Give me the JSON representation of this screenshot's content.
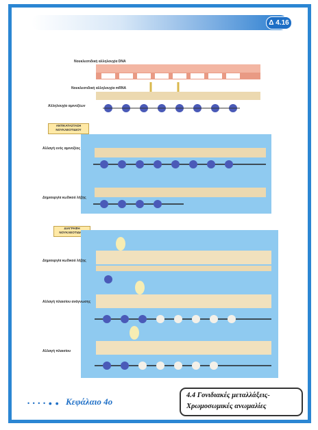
{
  "header": {
    "badge": "Δ 4.16"
  },
  "diagram": {
    "caption_top": "Νουκλεοτιδική αλληλουχία DNA",
    "caption_mrna": "Νουκλεοτιδική αλληλουχία mRNA",
    "caption_aa": "Αλληλουχία αμινοξέων",
    "tag_middle": "ΑΝΤΙΚΑΤΑΣΤΑΣΗ ΝΟΥΚΛΕΟΤΙΔΙΟΥ",
    "caption_p1a": "Αλλαγή ενός αμινοξέος",
    "caption_p1b": "Δημιουργία κωδικού λήξης",
    "tag_bottom": "ΔΙΑΓΡΑΦΗ ΝΟΥΚΛΕΟΤΙΔΙΟΥ",
    "caption_p2a": "Δημιουργία κωδικού λήξης",
    "caption_p2b": "Αλλαγή πλαισίου ανάγνωσης",
    "caption_p2c": "Αλλαγή πλαισίου"
  },
  "footer": {
    "chapter": "Κεφάλαιο 4ο",
    "section_line1": "4.4 Γονιδιακές μεταλλάξεις-",
    "section_line2": "Χρωμοσωμικές ανωμαλίες"
  },
  "colors": {
    "frame": "#2b86d3",
    "panel": "#8fcaf0",
    "dna_strand": "#f0a890",
    "mrna_strand": "#ecd9b0",
    "amino_acid": "#4a5ab8"
  }
}
